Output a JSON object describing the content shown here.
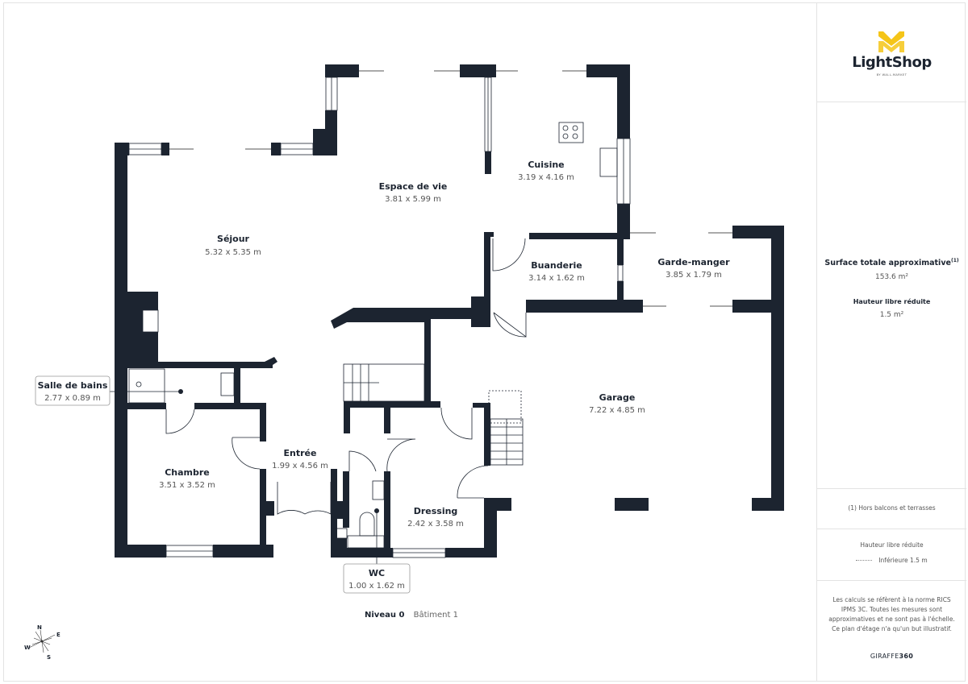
{
  "branding": {
    "logo_name": "LightShop",
    "logo_tagline": "BY WALL-MARKET",
    "logo_color": "#f5c518",
    "footer_brand_prefix": "GIRAFFE",
    "footer_brand_suffix": "360"
  },
  "plan": {
    "level": "Niveau 0",
    "building": "Bâtiment 1",
    "wall_color": "#1c2430",
    "rooms": [
      {
        "name": "Séjour",
        "dims": "5.32 x 5.35 m"
      },
      {
        "name": "Espace de vie",
        "dims": "3.81 x 5.99 m"
      },
      {
        "name": "Cuisine",
        "dims": "3.19 x 4.16 m"
      },
      {
        "name": "Buanderie",
        "dims": "3.14 x 1.62 m"
      },
      {
        "name": "Garde-manger",
        "dims": "3.85 x 1.79 m"
      },
      {
        "name": "Salle de bains",
        "dims": "2.77 x 0.89 m"
      },
      {
        "name": "Chambre",
        "dims": "3.51 x 3.52 m"
      },
      {
        "name": "Entrée",
        "dims": "1.99 x 4.56 m"
      },
      {
        "name": "Garage",
        "dims": "7.22 x 4.85 m"
      },
      {
        "name": "Dressing",
        "dims": "2.42 x 3.58 m"
      },
      {
        "name": "WC",
        "dims": "1.00 x 1.62 m"
      }
    ],
    "compass": {
      "n": "N",
      "e": "E",
      "s": "S",
      "w": "W"
    }
  },
  "sidebar": {
    "surface_title": "Surface totale approximative",
    "surface_note_ref": "(1)",
    "surface_value": "153.6 m²",
    "height_title": "Hauteur libre réduite",
    "height_value": "1.5 m²",
    "footnote": "(1) Hors balcons et terrasses",
    "legend_title": "Hauteur libre réduite",
    "legend_label": "Inférieure 1.5 m",
    "disclaimer": "Les calculs se réfèrent à la norme RICS IPMS 3C. Toutes les mesures sont approximatives et ne sont pas à l'échelle. Ce plan d'étage n'a qu'un but illustratif."
  }
}
